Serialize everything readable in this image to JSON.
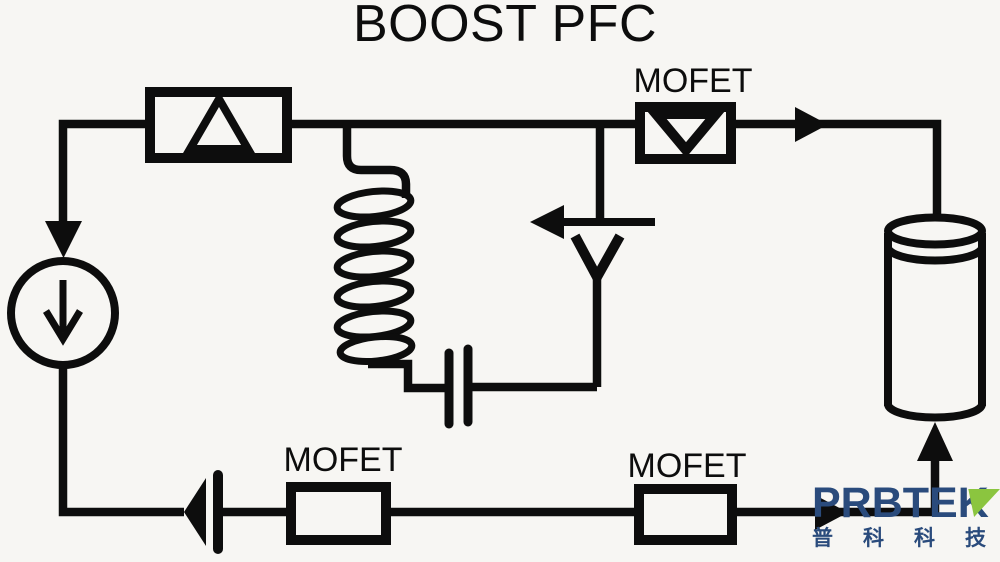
{
  "title": "BOOST PFC",
  "labels": {
    "mofet_top": "MOFET",
    "mofet_bottom_left": "MOFET",
    "mofet_bottom_right": "MOFET"
  },
  "logo": {
    "name": "PRBTEK",
    "chinese": "普科科技",
    "brand_blue": "#2a4b7c",
    "brand_green": "#8bc53f"
  },
  "colors": {
    "ink": "#0d0d0d",
    "background": "#f7f6f3"
  }
}
